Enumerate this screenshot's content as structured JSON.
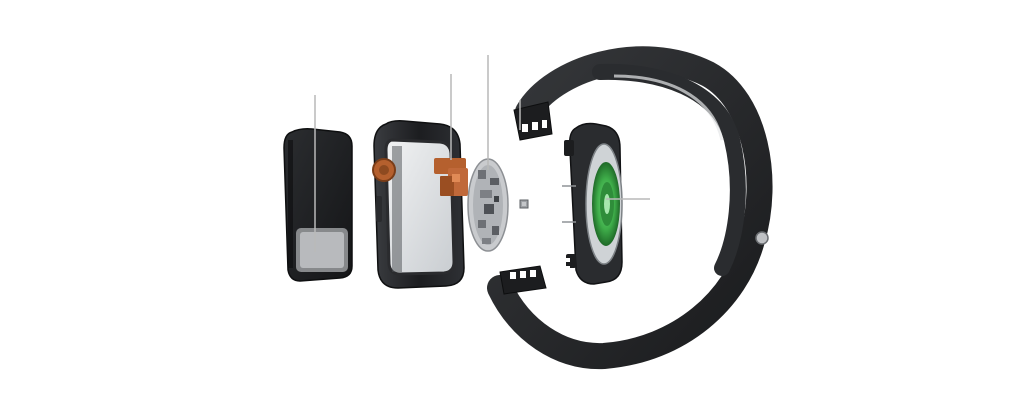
{
  "diagram": {
    "type": "exploded-view",
    "subject": "smartwatch",
    "parts": [
      {
        "id": "screen",
        "callout": true
      },
      {
        "id": "case",
        "callout": true
      },
      {
        "id": "circuit-board",
        "callout": true
      },
      {
        "id": "band-top",
        "callout": true
      },
      {
        "id": "sensor-back",
        "callout": true
      },
      {
        "id": "band-bottom",
        "callout": false
      }
    ]
  },
  "colors": {
    "background": "#ffffff",
    "body_dark": "#1e1f21",
    "body_mid": "#2c2e31",
    "accent_orange": "#b5602e",
    "board_silver": "#c9cbce",
    "sensor_green": "#3fae4a",
    "glass": "#dcdfe2",
    "leader_line": "#b9b9b9"
  }
}
